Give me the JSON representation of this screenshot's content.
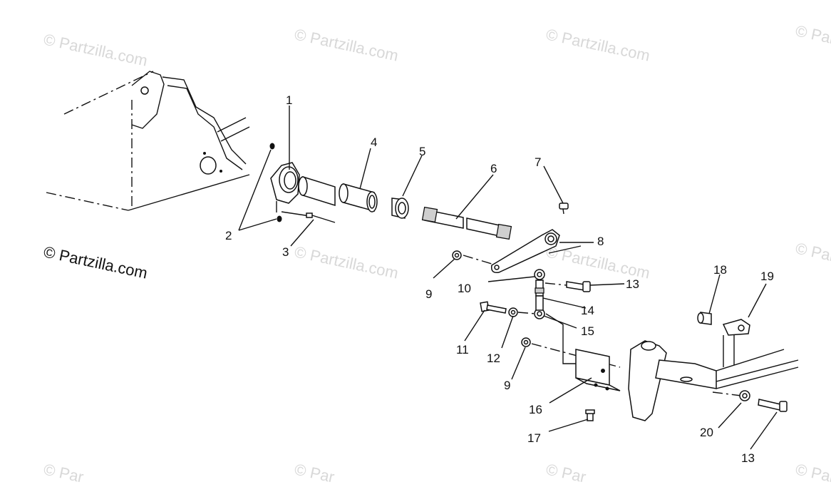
{
  "watermarks": {
    "faint": "© Partzilla.com",
    "faint_cut": "© Par",
    "main": "© Partzilla.com"
  },
  "callouts": [
    "1",
    "2",
    "3",
    "4",
    "5",
    "6",
    "7",
    "8",
    "9",
    "10",
    "13",
    "11",
    "12",
    "14",
    "15",
    "9",
    "16",
    "17",
    "18",
    "19",
    "20",
    "13"
  ]
}
